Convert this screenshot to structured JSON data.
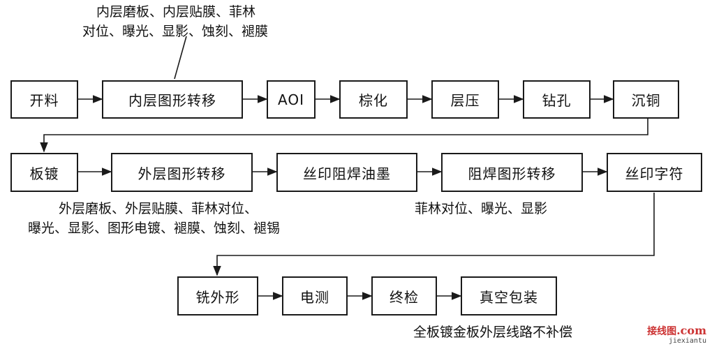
{
  "steps": {
    "kailiao": "开料",
    "neiceng": "内层图形转移",
    "aoi": "AOI",
    "zonghua": "棕化",
    "cengya": "层压",
    "zuankong": "钻孔",
    "chentong": "沉铜",
    "bandu": "板镀",
    "waiceng": "外层图形转移",
    "siyin_youmo": "丝印阻焊油墨",
    "zuhan": "阻焊图形转移",
    "siyin_zifu": "丝印字符",
    "xiwaixing": "铣外形",
    "dince": "电测",
    "zhongjian": "终检",
    "baozhuang": "真空包装"
  },
  "notes": {
    "neiceng_line1": "内层磨板、内层贴膜、菲林",
    "neiceng_line2": "对位、曝光、显影、蚀刻、褪膜",
    "waiceng_line1": "外层磨板、外层贴膜、菲林对位、",
    "waiceng_line2": "曝光、显影、图形电镀、褪膜、蚀刻、褪锡",
    "zuhan_line1": "菲林对位、曝光、显影",
    "baozhuang_line1": "全板镀金板外层线路不补偿"
  },
  "watermark": {
    "cn": "接线图",
    "suffix": ".com",
    "url": "jiexiantu"
  }
}
